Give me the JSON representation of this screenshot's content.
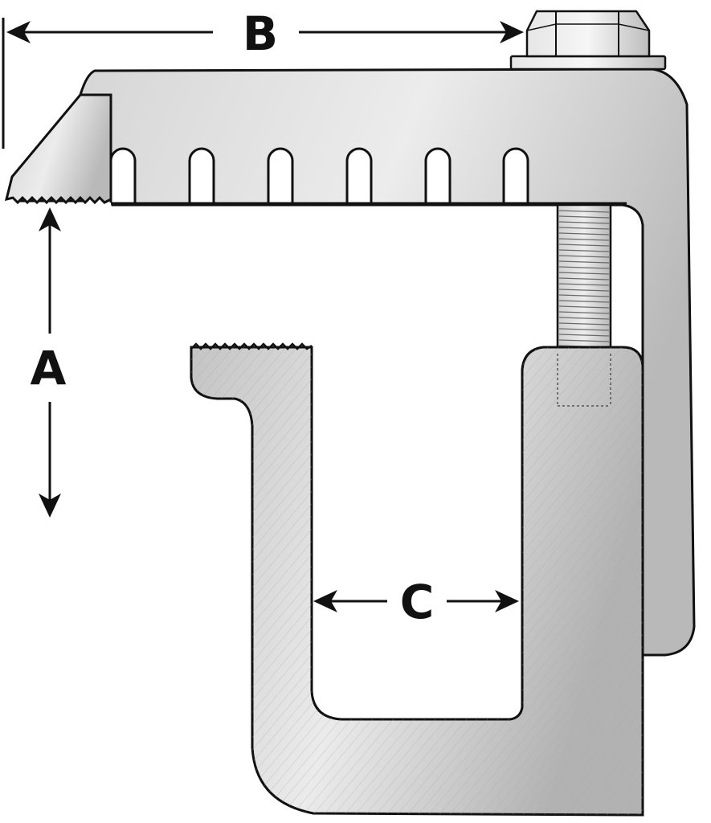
{
  "labels": {
    "a": "A",
    "b": "B",
    "c": "C"
  },
  "colors": {
    "outline": "#111111",
    "metal_light": "#f0f0f0",
    "metal_mid": "#c9c9c9",
    "metal_dark": "#9f9f9f",
    "thread": "#d8d8d8"
  }
}
